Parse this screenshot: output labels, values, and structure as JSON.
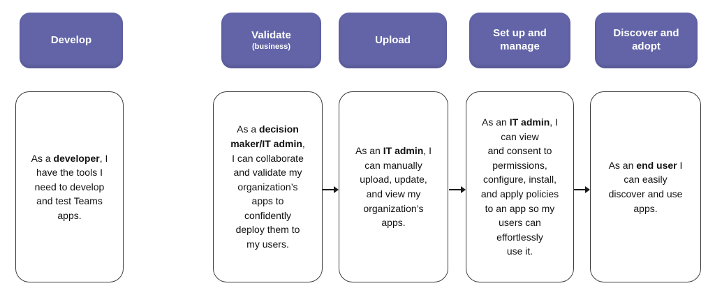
{
  "colors": {
    "stage_fill": "#6264A7",
    "stage_text": "#FFFFFF",
    "card_background": "#FFFFFF",
    "card_border": "#3B3B3B",
    "card_text": "#111111",
    "arrow": "#1A1A1A",
    "page_background": "#FFFFFF"
  },
  "stages": [
    {
      "key": "develop",
      "header": {
        "label": "Develop",
        "sublabel": ""
      },
      "card": {
        "segments": [
          {
            "t": "As a "
          },
          {
            "t": "developer",
            "b": true
          },
          {
            "t": ", I\nhave the tools I\nneed to develop\nand test Teams\napps."
          }
        ]
      }
    },
    {
      "key": "validate",
      "header": {
        "label": "Validate",
        "sublabel": "(business)"
      },
      "card": {
        "segments": [
          {
            "t": "As a "
          },
          {
            "t": "decision\nmaker/IT admin",
            "b": true
          },
          {
            "t": ",\nI can collaborate\nand validate my\norganization’s\napps to\nconfidently\ndeploy them to\nmy users."
          }
        ]
      }
    },
    {
      "key": "upload",
      "header": {
        "label": "Upload",
        "sublabel": ""
      },
      "card": {
        "segments": [
          {
            "t": "As an "
          },
          {
            "t": "IT admin",
            "b": true
          },
          {
            "t": ", I\ncan manually\nupload, update,\nand view my\norganization’s\napps."
          }
        ]
      }
    },
    {
      "key": "set-up-and-manage",
      "header": {
        "label": "Set up and manage",
        "sublabel": ""
      },
      "card": {
        "segments": [
          {
            "t": "As an "
          },
          {
            "t": "IT admin",
            "b": true
          },
          {
            "t": ", I\ncan view\nand consent to\npermissions,\nconfigure, install,\nand apply policies\nto an app so my\nusers can\neffortlessly\nuse it."
          }
        ]
      }
    },
    {
      "key": "discover-and-adopt",
      "header": {
        "label": "Discover and adopt",
        "sublabel": ""
      },
      "card": {
        "segments": [
          {
            "t": "As an "
          },
          {
            "t": "end user",
            "b": true
          },
          {
            "t": " I\ncan easily\ndiscover and use\napps."
          }
        ]
      }
    }
  ],
  "connections": [
    {
      "from": "Validate (business)",
      "to": "Upload"
    },
    {
      "from": "Upload",
      "to": "Set up and manage"
    },
    {
      "from": "Set up and manage",
      "to": "Discover and adopt"
    }
  ]
}
